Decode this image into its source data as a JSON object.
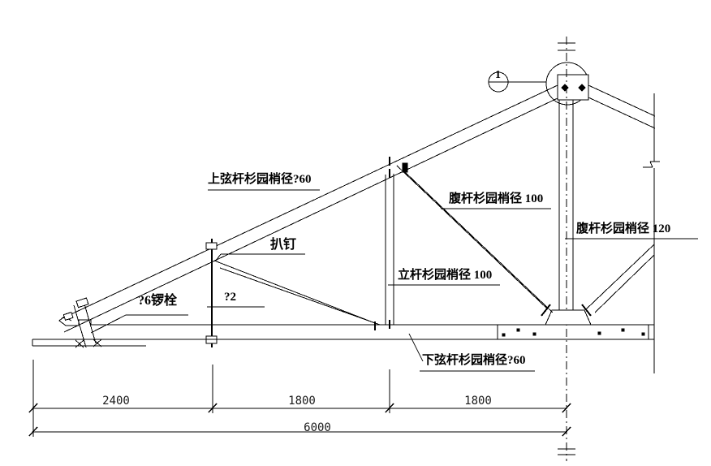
{
  "drawing": {
    "title_hint": "timber roof truss elevation",
    "member_labels": {
      "top_chord": "上弦杆杉园梢径?60",
      "bottom_chord": "下弦杆杉园梢径?60",
      "web_diagonal_100": "腹杆杉园梢径 100",
      "web_diagonal_120": "腹杆杉园梢径 120",
      "vertical_post_100": "立杆杉园梢径 100",
      "cramp_nail": "扒钉",
      "heel_bolt": "?6锣栓",
      "suspender_rod": "?2"
    },
    "detail_callout": "1",
    "dimensions": {
      "segment_1": "2400",
      "segment_2": "1800",
      "segment_3": "1800",
      "total": "6000"
    },
    "colors": {
      "line": "#000000",
      "background": "#ffffff"
    }
  }
}
